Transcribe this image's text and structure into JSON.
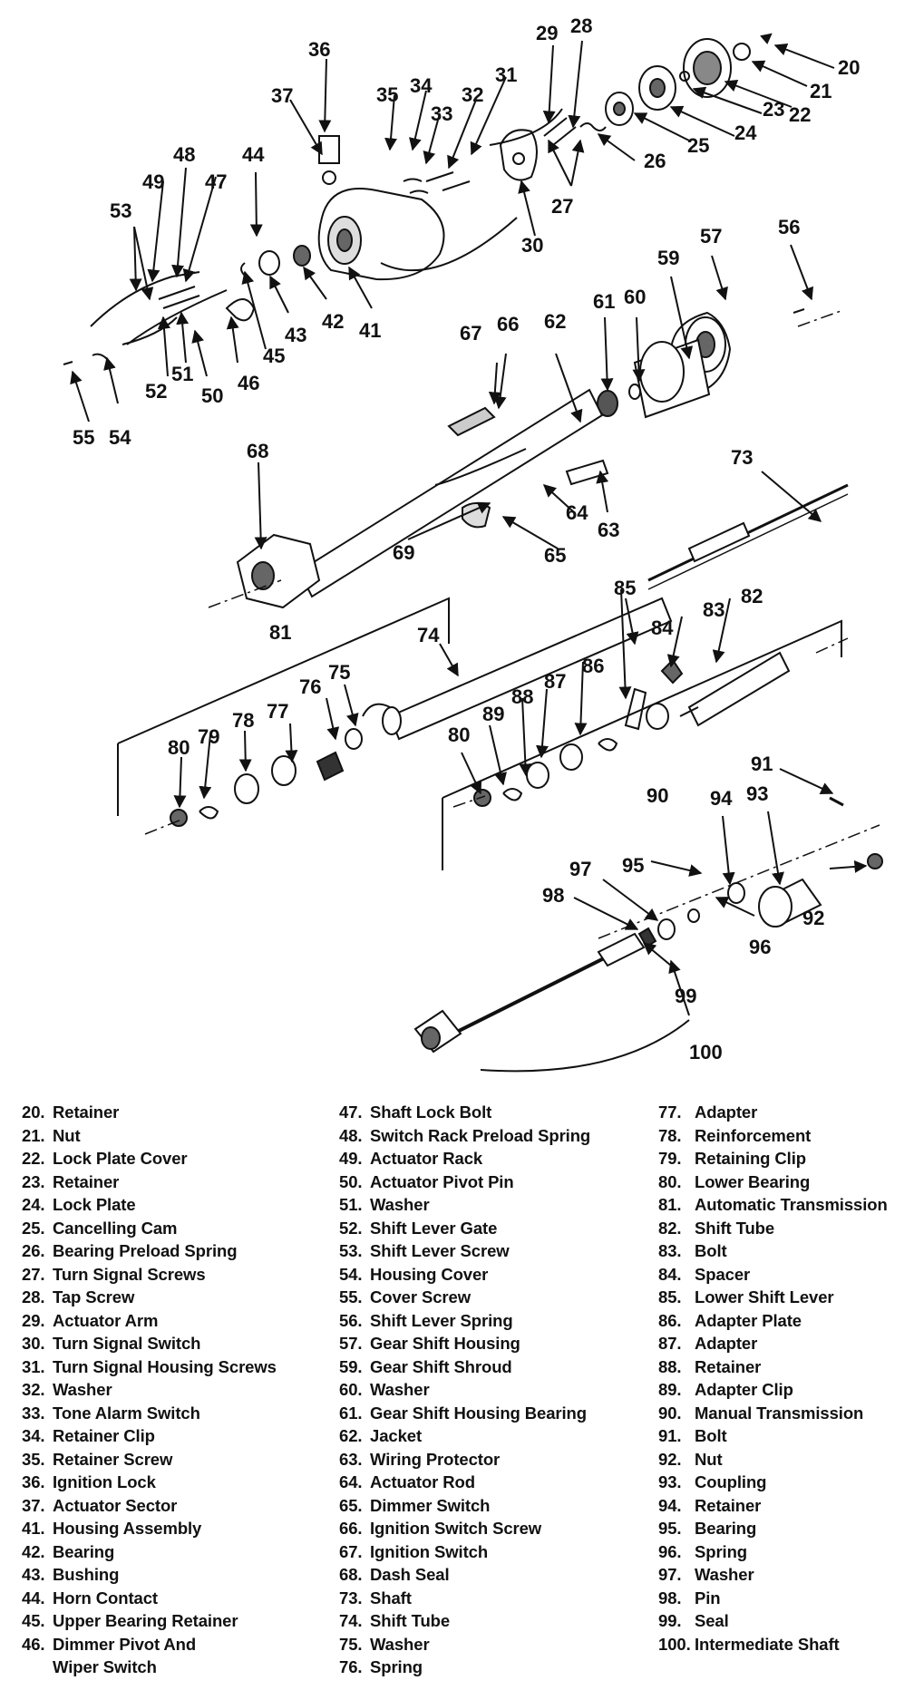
{
  "callouts": [
    "20",
    "21",
    "22",
    "23",
    "24",
    "25",
    "26",
    "27",
    "28",
    "29",
    "30",
    "31",
    "32",
    "33",
    "34",
    "35",
    "36",
    "37",
    "41",
    "42",
    "43",
    "44",
    "45",
    "46",
    "47",
    "48",
    "49",
    "50",
    "51",
    "52",
    "53",
    "54",
    "55",
    "56",
    "57",
    "59",
    "60",
    "61",
    "62",
    "63",
    "64",
    "65",
    "66",
    "67",
    "68",
    "69",
    "73",
    "74",
    "75",
    "76",
    "77",
    "78",
    "79",
    "80",
    "80",
    "81",
    "82",
    "83",
    "84",
    "85",
    "86",
    "87",
    "88",
    "89",
    "90",
    "91",
    "92",
    "93",
    "94",
    "95",
    "96",
    "97",
    "98",
    "99",
    "100"
  ],
  "legend": {
    "column1": [
      {
        "num": "20.",
        "label": "Retainer"
      },
      {
        "num": "21.",
        "label": "Nut"
      },
      {
        "num": "22.",
        "label": "Lock Plate Cover"
      },
      {
        "num": "23.",
        "label": "Retainer"
      },
      {
        "num": "24.",
        "label": "Lock Plate"
      },
      {
        "num": "25.",
        "label": "Cancelling Cam"
      },
      {
        "num": "26.",
        "label": "Bearing Preload Spring"
      },
      {
        "num": "27.",
        "label": "Turn Signal Screws"
      },
      {
        "num": "28.",
        "label": "Tap Screw"
      },
      {
        "num": "29.",
        "label": "Actuator Arm"
      },
      {
        "num": "30.",
        "label": "Turn Signal Switch"
      },
      {
        "num": "31.",
        "label": "Turn Signal Housing Screws"
      },
      {
        "num": "32.",
        "label": "Washer"
      },
      {
        "num": "33.",
        "label": "Tone Alarm Switch"
      },
      {
        "num": "34.",
        "label": "Retainer Clip"
      },
      {
        "num": "35.",
        "label": "Retainer Screw"
      },
      {
        "num": "36.",
        "label": "Ignition Lock"
      },
      {
        "num": "37.",
        "label": "Actuator Sector"
      },
      {
        "num": "41.",
        "label": "Housing Assembly"
      },
      {
        "num": "42.",
        "label": "Bearing"
      },
      {
        "num": "43.",
        "label": "Bushing"
      },
      {
        "num": "44.",
        "label": "Horn Contact"
      },
      {
        "num": "45.",
        "label": "Upper Bearing Retainer"
      },
      {
        "num": "46.",
        "label": "Dimmer Pivot And",
        "label2": "Wiper Switch"
      }
    ],
    "column2": [
      {
        "num": "47.",
        "label": "Shaft Lock Bolt"
      },
      {
        "num": "48.",
        "label": "Switch Rack Preload Spring"
      },
      {
        "num": "49.",
        "label": "Actuator Rack"
      },
      {
        "num": "50.",
        "label": "Actuator Pivot Pin"
      },
      {
        "num": "51.",
        "label": "Washer"
      },
      {
        "num": "52.",
        "label": "Shift Lever Gate"
      },
      {
        "num": "53.",
        "label": "Shift Lever Screw"
      },
      {
        "num": "54.",
        "label": "Housing Cover"
      },
      {
        "num": "55.",
        "label": "Cover Screw"
      },
      {
        "num": "56.",
        "label": "Shift Lever Spring"
      },
      {
        "num": "57.",
        "label": "Gear Shift Housing"
      },
      {
        "num": "59.",
        "label": "Gear Shift Shroud"
      },
      {
        "num": "60.",
        "label": "Washer"
      },
      {
        "num": "61.",
        "label": "Gear Shift Housing Bearing"
      },
      {
        "num": "62.",
        "label": "Jacket"
      },
      {
        "num": "63.",
        "label": "Wiring Protector"
      },
      {
        "num": "64.",
        "label": "Actuator Rod"
      },
      {
        "num": "65.",
        "label": "Dimmer Switch"
      },
      {
        "num": "66.",
        "label": "Ignition Switch Screw"
      },
      {
        "num": "67.",
        "label": "Ignition Switch"
      },
      {
        "num": "68.",
        "label": "Dash Seal"
      },
      {
        "num": "73.",
        "label": "Shaft"
      },
      {
        "num": "74.",
        "label": "Shift Tube"
      },
      {
        "num": "75.",
        "label": "Washer"
      },
      {
        "num": "76.",
        "label": "Spring"
      }
    ],
    "column3": [
      {
        "num": "77.",
        "label": "Adapter"
      },
      {
        "num": "78.",
        "label": "Reinforcement"
      },
      {
        "num": "79.",
        "label": "Retaining Clip"
      },
      {
        "num": "80.",
        "label": "Lower Bearing"
      },
      {
        "num": "81.",
        "label": "Automatic Transmission"
      },
      {
        "num": "82.",
        "label": "Shift Tube"
      },
      {
        "num": "83.",
        "label": "Bolt"
      },
      {
        "num": "84.",
        "label": "Spacer"
      },
      {
        "num": "85.",
        "label": "Lower Shift Lever"
      },
      {
        "num": "86.",
        "label": "Adapter Plate"
      },
      {
        "num": "87.",
        "label": "Adapter"
      },
      {
        "num": "88.",
        "label": "Retainer"
      },
      {
        "num": "89.",
        "label": "Adapter Clip"
      },
      {
        "num": "90.",
        "label": "Manual Transmission"
      },
      {
        "num": "91.",
        "label": "Bolt"
      },
      {
        "num": "92.",
        "label": "Nut"
      },
      {
        "num": "93.",
        "label": "Coupling"
      },
      {
        "num": "94.",
        "label": "Retainer"
      },
      {
        "num": "95.",
        "label": "Bearing"
      },
      {
        "num": "96.",
        "label": "Spring"
      },
      {
        "num": "97.",
        "label": "Washer"
      },
      {
        "num": "98.",
        "label": "Pin"
      },
      {
        "num": "99.",
        "label": "Seal"
      },
      {
        "num": "100.",
        "label": "Intermediate Shaft"
      }
    ]
  }
}
